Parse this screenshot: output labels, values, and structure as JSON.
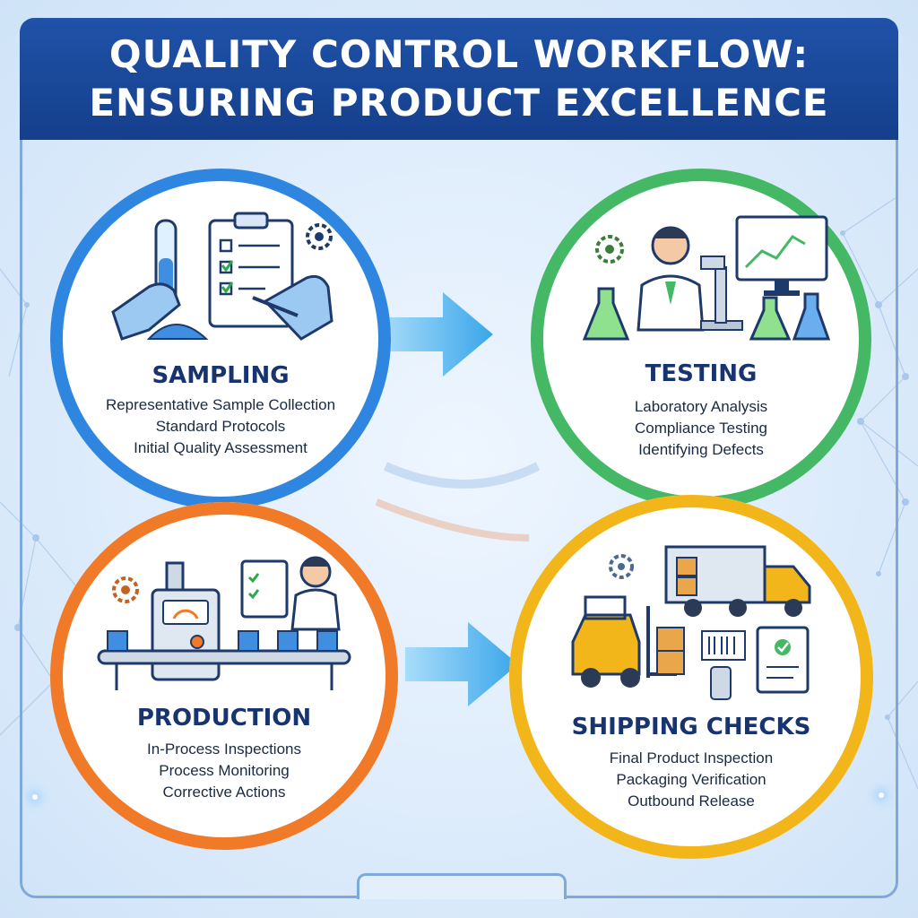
{
  "header": {
    "title_line1": "QUALITY CONTROL WORKFLOW:",
    "title_line2": "ENSURING PRODUCT EXCELLENCE"
  },
  "stages": [
    {
      "title": "SAMPLING",
      "lines": [
        "Representative Sample Collection",
        "Standard Protocols",
        "Initial Quality Assessment"
      ],
      "color": "#2f86e0",
      "icons": [
        "test-tube-icon",
        "clipboard-checklist-icon",
        "gloved-hand-icon",
        "gear-icon",
        "powder-pile-icon"
      ]
    },
    {
      "title": "TESTING",
      "lines": [
        "Laboratory Analysis",
        "Compliance Testing",
        "Identifying Defects"
      ],
      "color": "#44b865",
      "icons": [
        "scientist-icon",
        "microscope-icon",
        "monitor-chart-icon",
        "flask-icon",
        "gear-icon"
      ]
    },
    {
      "title": "PRODUCTION",
      "lines": [
        "In-Process Inspections",
        "Process Monitoring",
        "Corrective Actions"
      ],
      "color": "#f07a28",
      "icons": [
        "machine-icon",
        "conveyor-belt-icon",
        "inspector-icon",
        "clipboard-checklist-icon",
        "gear-icon"
      ]
    },
    {
      "title": "SHIPPING CHECKS",
      "lines": [
        "Final Product Inspection",
        "Packaging Verification",
        "Outbound Release"
      ],
      "color": "#f2b51a",
      "icons": [
        "truck-icon",
        "forklift-icon",
        "barcode-scanner-icon",
        "clipboard-check-icon",
        "gear-icon"
      ]
    }
  ],
  "colors": {
    "header_bg": "#1f52a8",
    "arrow": "#4db4ee",
    "title_text": "#17346f"
  }
}
